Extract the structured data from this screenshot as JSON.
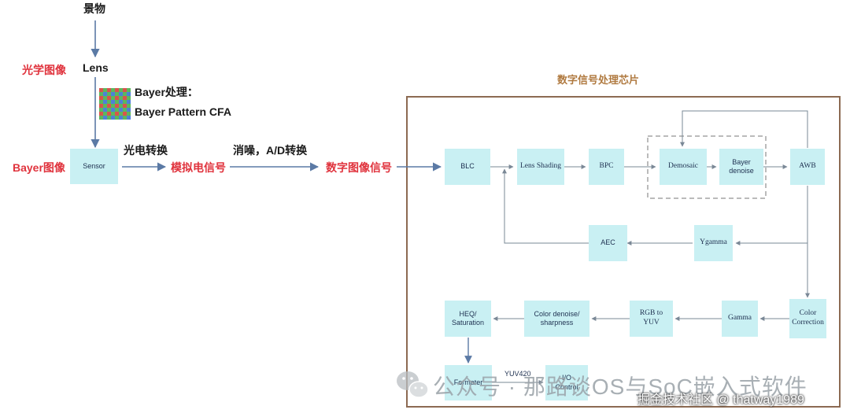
{
  "left": {
    "scene": "景物",
    "lens": "Lens",
    "optical_image": "光学图像",
    "bayer_processing": "Bayer处理：",
    "bayer_pattern": "Bayer Pattern CFA",
    "bayer_image": "Bayer图像",
    "sensor": "Sensor",
    "photoelectric": "光电转换",
    "analog_signal": "模拟电信号",
    "denoise_ad": "消噪，A/D转换",
    "digital_signal": "数字图像信号"
  },
  "chip": {
    "title": "数字信号处理芯片",
    "blocks": {
      "blc": "BLC",
      "lens_shading": "Lens Shading",
      "bpc": "BPC",
      "demosaic": "Demosaic",
      "bayer_denoise": "Bayer denoise",
      "awb": "AWB",
      "aec": "AEC",
      "ygamma": "Ygamma",
      "color_correction": "Color Correction",
      "gamma": "Gamma",
      "rgb_to_yuv": "RGB to YUV",
      "color_denoise": "Color denoise/ sharpness",
      "heq": "HEQ/ Saturation",
      "formater": "Formater",
      "io_control": "I/O Control"
    },
    "yuv420": "YUV420"
  },
  "watermark": {
    "text": "公众号 · 那路谈OS与SoC嵌入式软件",
    "site": "掘金技术社区 @ thatway1989"
  },
  "colors": {
    "arrow": "#5b7aa5",
    "box": "#c9f0f3",
    "frame": "#8c6a52",
    "red": "#e0333d"
  }
}
